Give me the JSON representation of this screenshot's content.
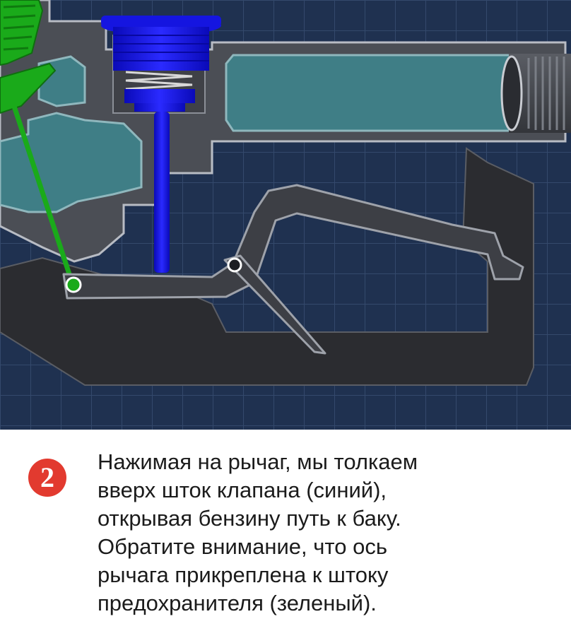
{
  "step": {
    "number": "2",
    "color": "#e23a2f"
  },
  "caption": {
    "lines": [
      "Нажимая на рычаг, мы толкаем",
      "вверх шток клапана (синий),",
      "открывая бензину путь к баку.",
      "Обратите внимание, что ось",
      "рычага прикреплена к штоку",
      "предохранителя (зеленый)."
    ]
  },
  "colors": {
    "background": "#1f3150",
    "grid": "#34496c",
    "body": "#4b4e55",
    "body_outline": "#b8bcc4",
    "fuel_channel": "#3f7e86",
    "valve_stem": "#1010f0",
    "safety_rod": "#1aaa1a",
    "lever": "#3d3f45",
    "guard": "#2b2c30"
  }
}
